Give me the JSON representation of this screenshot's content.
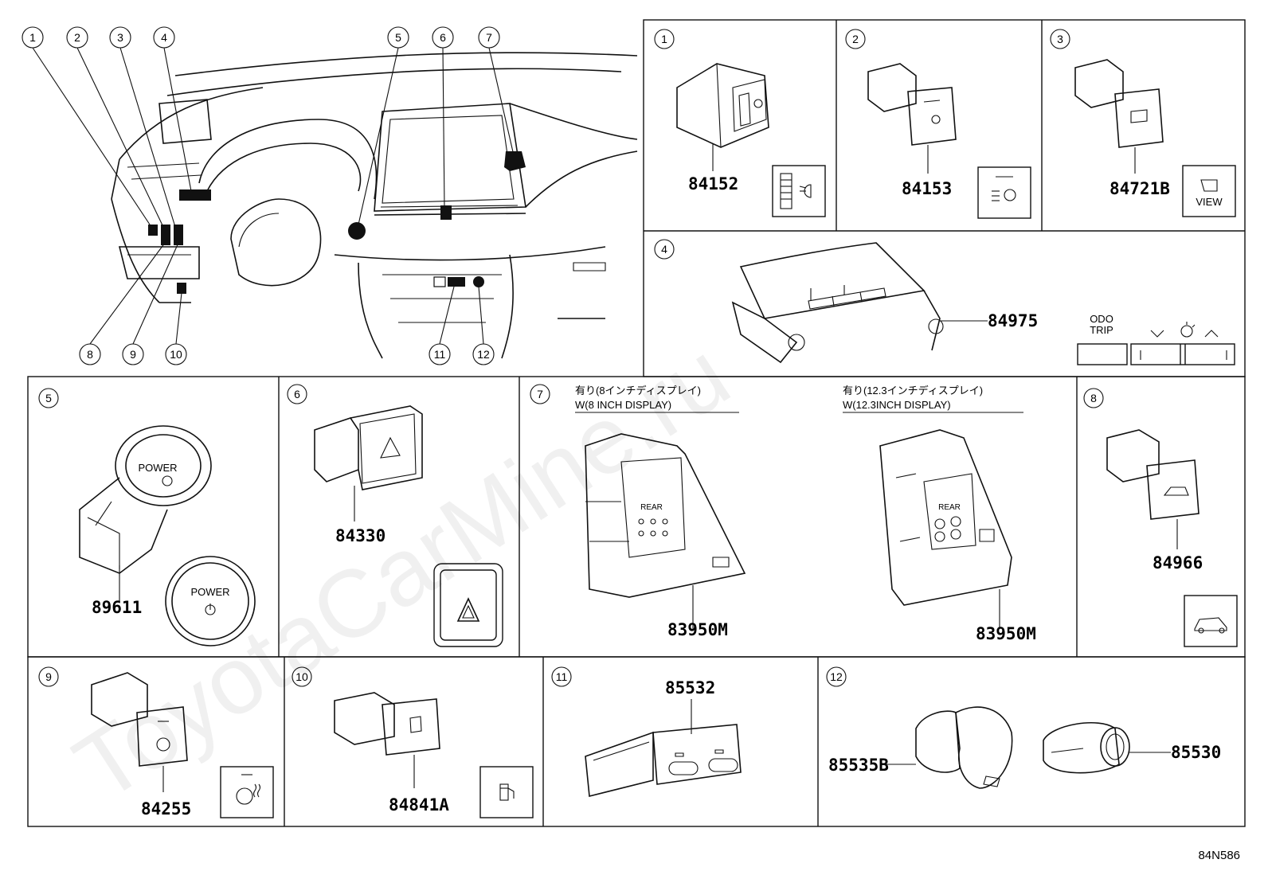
{
  "diagram_code": "84N586",
  "watermark": "ToyotaCarMine.ru",
  "overview": {
    "callouts": [
      "1",
      "2",
      "3",
      "4",
      "5",
      "6",
      "7",
      "8",
      "9",
      "10",
      "11",
      "12"
    ]
  },
  "panels": [
    {
      "num": "1",
      "part": "84152"
    },
    {
      "num": "2",
      "part": "84153"
    },
    {
      "num": "3",
      "part": "84721B",
      "icon_text": "VIEW"
    },
    {
      "num": "4",
      "part": "84975",
      "icon_text": "ODO\nTRIP",
      "odo": "ODO",
      "trip": "TRIP"
    },
    {
      "num": "5",
      "part": "89611",
      "icon_text": "POWER"
    },
    {
      "num": "6",
      "part": "84330"
    },
    {
      "num": "7",
      "part_a": "83950M",
      "part_b": "83950M",
      "label_a_jp": "有り(8インチディスプレイ)",
      "label_a_en": "W(8 INCH DISPLAY)",
      "label_b_jp": "有り(12.3インチディスプレイ)",
      "label_b_en": "W(12.3INCH DISPLAY)",
      "rear": "REAR"
    },
    {
      "num": "8",
      "part": "84966"
    },
    {
      "num": "9",
      "part": "84255"
    },
    {
      "num": "10",
      "part": "84841A"
    },
    {
      "num": "11",
      "part": "85532"
    },
    {
      "num": "12",
      "part_a": "85535B",
      "part_b": "85530"
    }
  ]
}
